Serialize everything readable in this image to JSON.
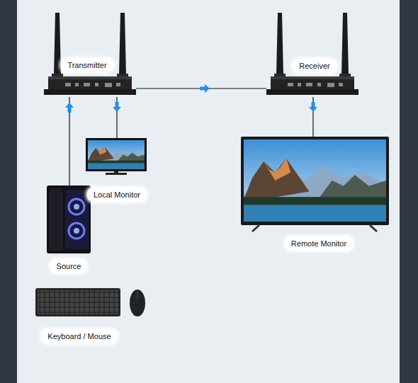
{
  "diagram": {
    "nodes": [
      {
        "text": [
          "Transmitter"
        ]
      },
      {
        "text": [
          "Receiver"
        ]
      },
      {
        "text": [
          "Local Monitor"
        ]
      },
      {
        "text": [
          "Remote Monitor"
        ]
      },
      {
        "text": [
          "Source"
        ]
      },
      {
        "text": [
          "Keyboard / Mouse"
        ]
      }
    ],
    "edges": [
      {
        "from": 4,
        "to": 0,
        "arrow": "to"
      },
      {
        "from": 0,
        "to": 2,
        "arrow": "to"
      },
      {
        "from": 0,
        "to": 1,
        "arrow": "to"
      },
      {
        "from": 1,
        "to": 3,
        "arrow": "to"
      }
    ]
  }
}
